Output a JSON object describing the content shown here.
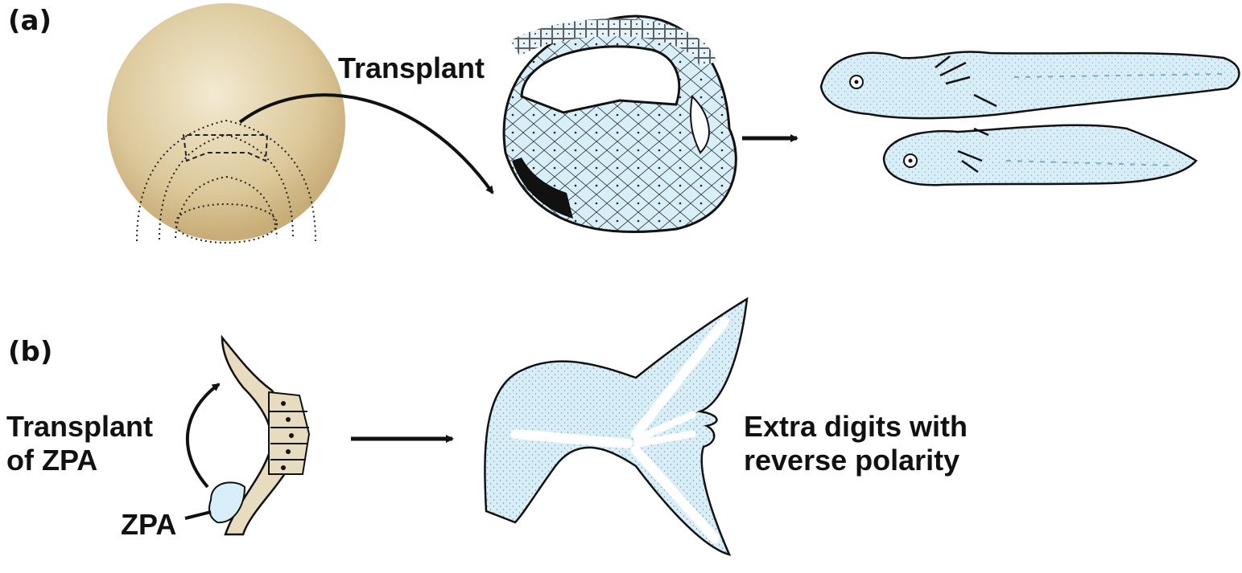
{
  "panel_a": {
    "label": "(a)",
    "transplant_label": "Transplant"
  },
  "panel_b": {
    "label": "(b)",
    "transplant_label_line1": "Transplant",
    "transplant_label_line2": "of ZPA",
    "zpa_label": "ZPA",
    "result_label_line1": "Extra digits with",
    "result_label_line2": "reverse polarity"
  },
  "colors": {
    "yolk": "#dcc89a",
    "tissue_blue": "#d8eef8",
    "limb_tan": "#e8dcc0",
    "ink": "#111111"
  }
}
